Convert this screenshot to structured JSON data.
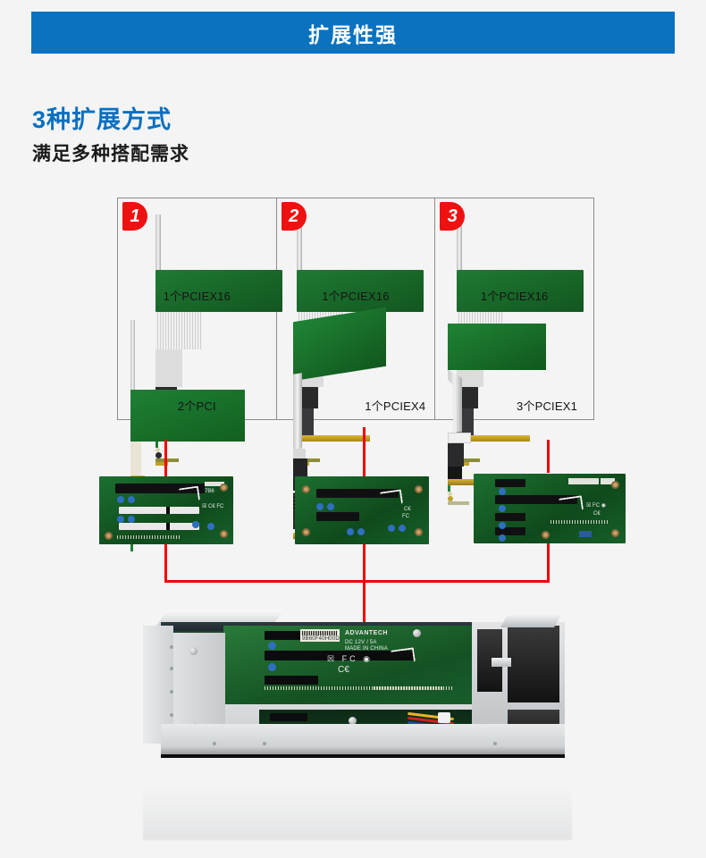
{
  "banner": {
    "title": "扩展性强",
    "color": "#0a72bf"
  },
  "headings": {
    "main": "3种扩展方式",
    "main_color": "#0a6fc0",
    "sub": "满足多种搭配需求",
    "sub_color": "#1a1a1a"
  },
  "options": [
    {
      "badge": "1",
      "top_card": {
        "label": "1个PCIEX16",
        "icon": "raid-controller-card-icon"
      },
      "bottom_card": {
        "label": "2个PCI",
        "icon": "pci-daq-card-icon"
      }
    },
    {
      "badge": "2",
      "top_card": {
        "label": "1个PCIEX16",
        "icon": "raid-controller-card-icon"
      },
      "bottom_card": {
        "label": "1个PCIEX4",
        "icon": "quad-lan-card-icon"
      }
    },
    {
      "badge": "3",
      "top_card": {
        "label": "1个PCIEX16",
        "icon": "raid-controller-card-icon"
      },
      "bottom_card": {
        "label": "3个PCIEX1",
        "icon": "dual-port-pcie-card-icon"
      }
    }
  ],
  "risers": [
    {
      "name": "riser-board-1",
      "slots": "1 x PCIe x16 + 2 x PCI"
    },
    {
      "name": "riser-board-2",
      "slots": "1 x PCIe x16 + 1 x PCIe x4"
    },
    {
      "name": "riser-board-3",
      "slots": "1 x PCIe x16 + 3 x PCIe x1"
    }
  ],
  "chassis": {
    "name": "industrial-computer-chassis",
    "brand": "ADVANTECH",
    "part_number": "9B60F40H00D",
    "spec_line_1": "DC 12V / 5A",
    "spec_line_2": "MADE IN CHINA",
    "marks": [
      "WEEE",
      "FC",
      "RoHS",
      "CE"
    ]
  },
  "colors": {
    "accent_red": "#f20000",
    "accent_blue": "#0a72bf",
    "page_background": "#f4f4f4",
    "grid_border": "#8c8c8c"
  }
}
